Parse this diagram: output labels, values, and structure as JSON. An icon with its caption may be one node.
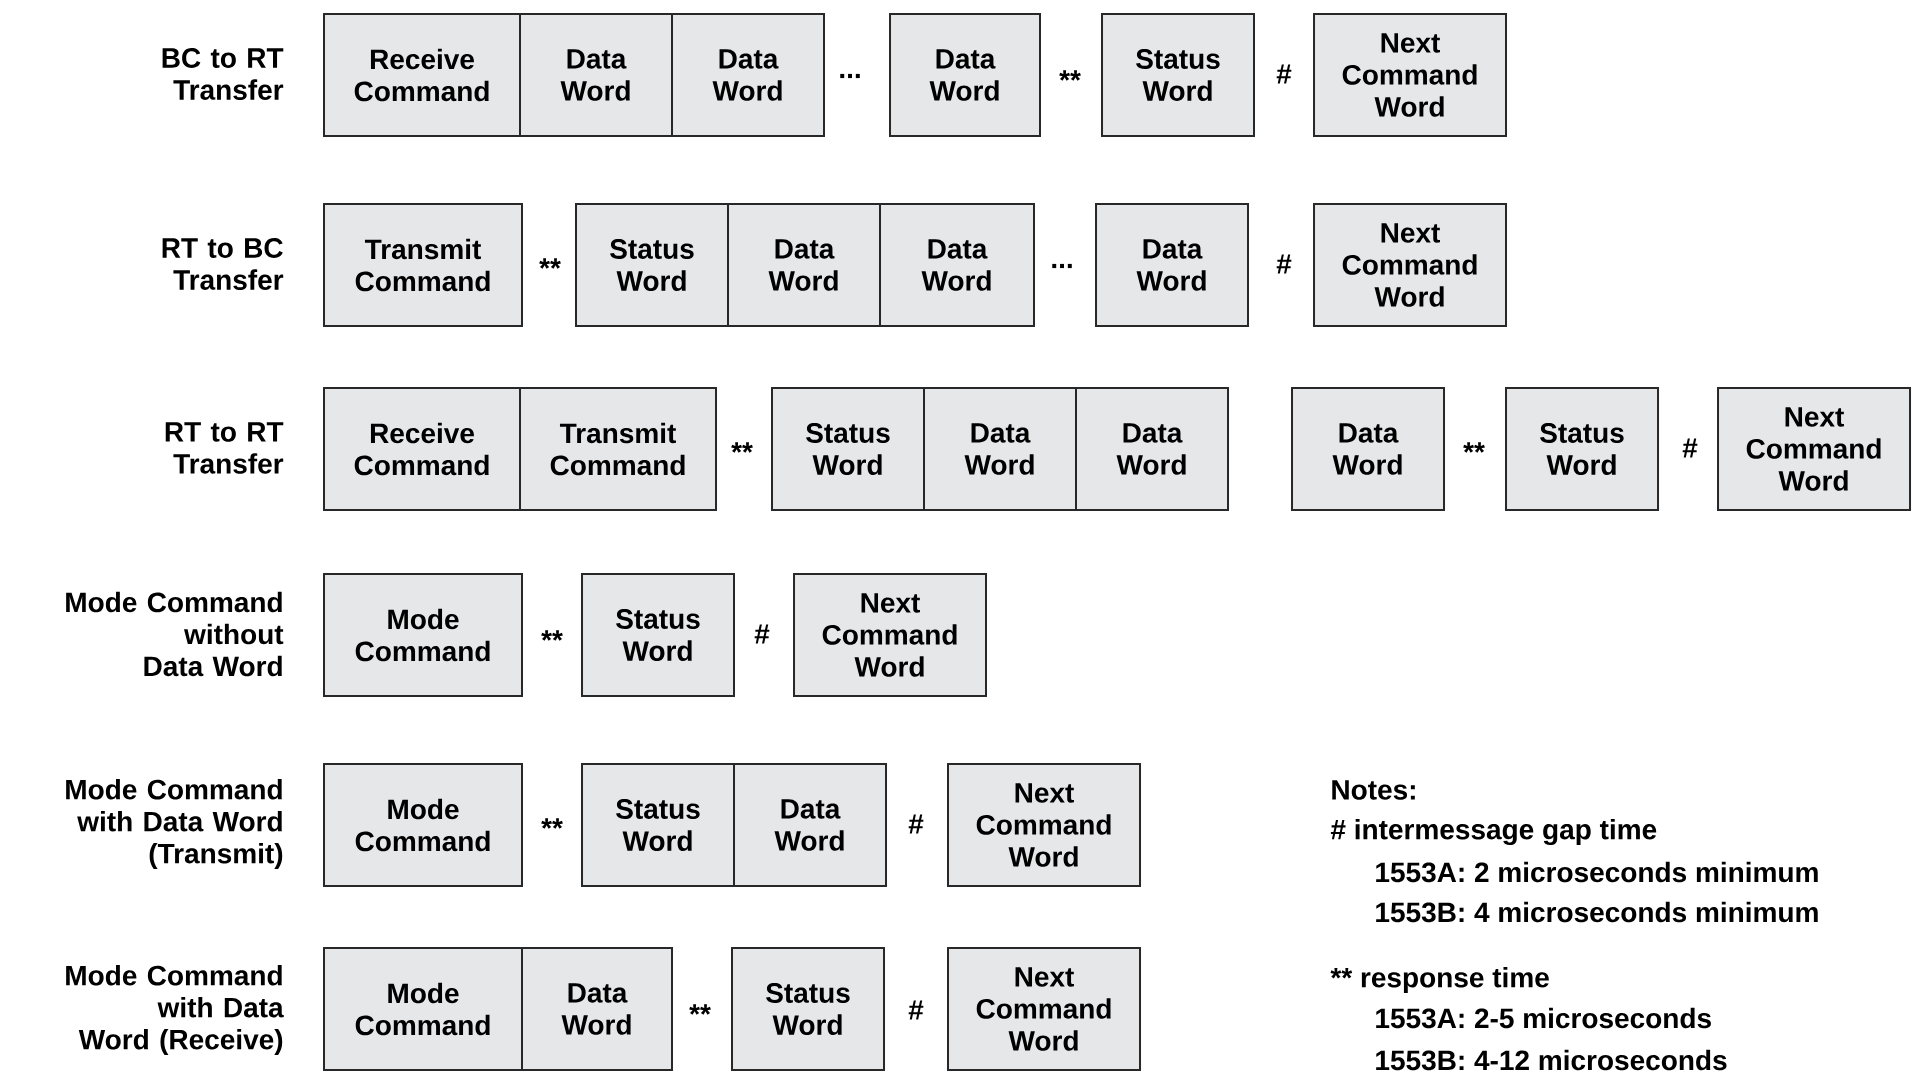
{
  "diagram": {
    "nodes": [
      {
        "text": [
          "Receive Command"
        ]
      },
      {
        "text": [
          "Data Word"
        ]
      },
      {
        "text": [
          "Data Word"
        ]
      },
      {
        "text": [
          "Data Word"
        ]
      },
      {
        "text": [
          "Status Word"
        ]
      },
      {
        "text": [
          "Next Command Word"
        ]
      },
      {
        "text": [
          "Transmit Command"
        ]
      },
      {
        "text": [
          "Status Word"
        ]
      },
      {
        "text": [
          "Data Word"
        ]
      },
      {
        "text": [
          "Data Word"
        ]
      },
      {
        "text": [
          "Data Word"
        ]
      },
      {
        "text": [
          "Next Command Word"
        ]
      },
      {
        "text": [
          "Receive Command"
        ]
      },
      {
        "text": [
          "Transmit Command"
        ]
      },
      {
        "text": [
          "Status Word"
        ]
      },
      {
        "text": [
          "Data Word"
        ]
      },
      {
        "text": [
          "Data Word"
        ]
      },
      {
        "text": [
          "Data Word"
        ]
      },
      {
        "text": [
          "Status Word"
        ]
      },
      {
        "text": [
          "Next Command Word"
        ]
      },
      {
        "text": [
          "Mode Command"
        ]
      },
      {
        "text": [
          "Status Word"
        ]
      },
      {
        "text": [
          "Next Command Word"
        ]
      },
      {
        "text": [
          "Mode Command"
        ]
      },
      {
        "text": [
          "Status Word"
        ]
      },
      {
        "text": [
          "Data Word"
        ]
      },
      {
        "text": [
          "Next Command Word"
        ]
      },
      {
        "text": [
          "Mode Command"
        ]
      },
      {
        "text": [
          "Data Word"
        ]
      },
      {
        "text": [
          "Status Word"
        ]
      },
      {
        "text": [
          "Next Command Word"
        ]
      }
    ],
    "labels": [
      "BC to RT Transfer",
      "...",
      "**",
      "#",
      "RT to BC Transfer",
      "**",
      "...",
      "#",
      "RT to RT Transfer",
      "**",
      "**",
      "#",
      "Mode Command without Data Word",
      "**",
      "#",
      "Mode Command with Data Word (Transmit)",
      "**",
      "#",
      "Mode Command with Data Word (Receive)",
      "**",
      "#",
      "Notes:",
      "# intermessage gap time",
      "1553A: 2 microseconds minimum",
      "1553B: 4 microseconds minimum",
      "** response time",
      "1553A: 2-5 microseconds",
      "1553B: 4-12 microseconds"
    ]
  }
}
